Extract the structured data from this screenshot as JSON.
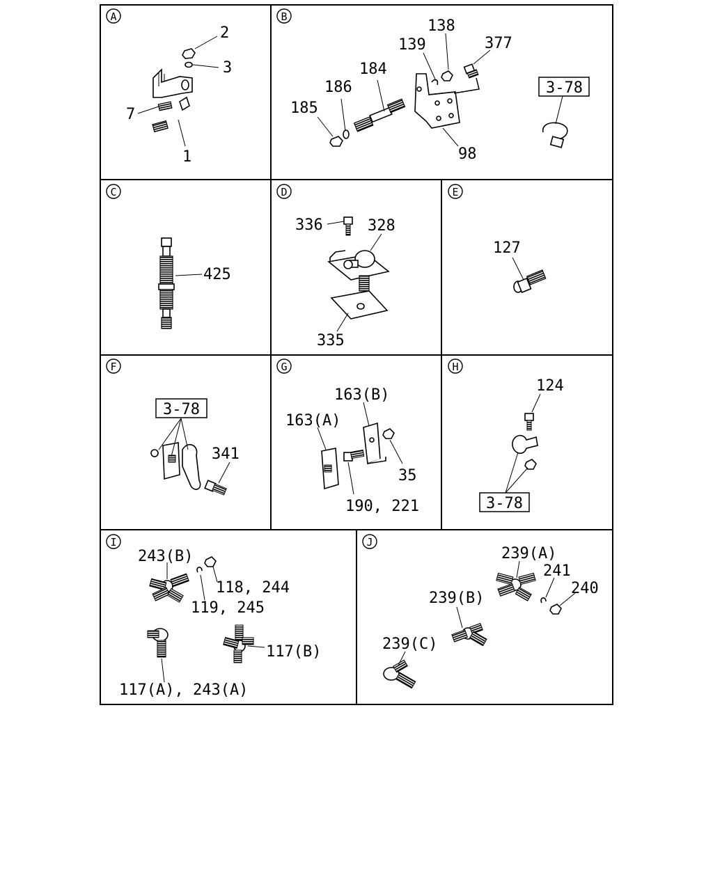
{
  "panels": {
    "A": {
      "circle_label": "A",
      "labels": [
        "2",
        "3",
        "7",
        "1"
      ]
    },
    "B": {
      "circle_label": "B",
      "labels": [
        "138",
        "139",
        "377",
        "184",
        "186",
        "185",
        "98"
      ],
      "boxed_ref": "3-78"
    },
    "C": {
      "circle_label": "C",
      "labels": [
        "425"
      ]
    },
    "D": {
      "circle_label": "D",
      "labels": [
        "336",
        "328",
        "335"
      ]
    },
    "E": {
      "circle_label": "E",
      "labels": [
        "127"
      ]
    },
    "F": {
      "circle_label": "F",
      "labels": [
        "341"
      ],
      "boxed_ref": "3-78"
    },
    "G": {
      "circle_label": "G",
      "labels": [
        "163(B)",
        "163(A)",
        "35",
        "190, 221"
      ]
    },
    "H": {
      "circle_label": "H",
      "labels": [
        "124"
      ],
      "boxed_ref": "3-78"
    },
    "I": {
      "circle_label": "I",
      "labels": [
        "243(B)",
        "118, 244",
        "119, 245",
        "117(B)",
        "117(A), 243(A)"
      ]
    },
    "J": {
      "circle_label": "J",
      "labels": [
        "239(A)",
        "241",
        "240",
        "239(B)",
        "239(C)"
      ]
    }
  }
}
